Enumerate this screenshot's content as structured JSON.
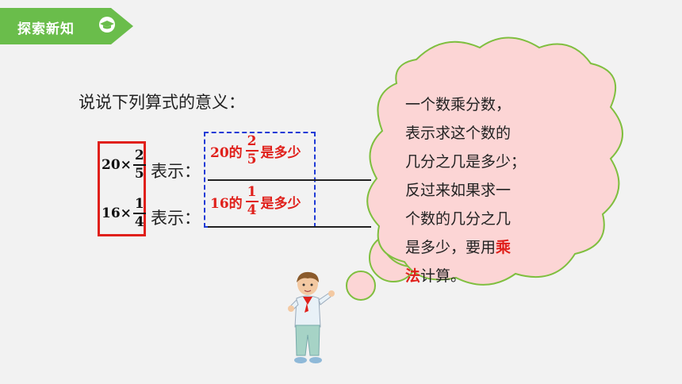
{
  "header": {
    "title": "探索新知",
    "icon": "graduation-cap-icon",
    "color": "#6abd4b"
  },
  "prompt": "说说下列算式的意义：",
  "expressions": [
    {
      "whole": "20",
      "op": "×",
      "num": "2",
      "den": "5",
      "label": "表示：",
      "answer": {
        "prefix": "20的",
        "num": "2",
        "den": "5",
        "suffix": "是多少"
      }
    },
    {
      "whole": "16",
      "op": "×",
      "num": "1",
      "den": "4",
      "label": "表示：",
      "answer": {
        "prefix": "16的",
        "num": "1",
        "den": "4",
        "suffix": "是多少"
      }
    }
  ],
  "bubble": {
    "line1": "一个数乘分数，",
    "line2": "表示求这个数的",
    "line3": "几分之几是多少；",
    "line4": "反过来如果求一",
    "line5": "个数的几分之几",
    "line6_a": "是多少，要用",
    "line6_b": "乘",
    "line7_a": "法",
    "line7_b": "计算。"
  },
  "colors": {
    "accent_red": "#e0201b",
    "dashed_blue": "#1f3bd6",
    "bubble_fill": "#fcd5d5",
    "bubble_border": "#7fbf3f"
  }
}
